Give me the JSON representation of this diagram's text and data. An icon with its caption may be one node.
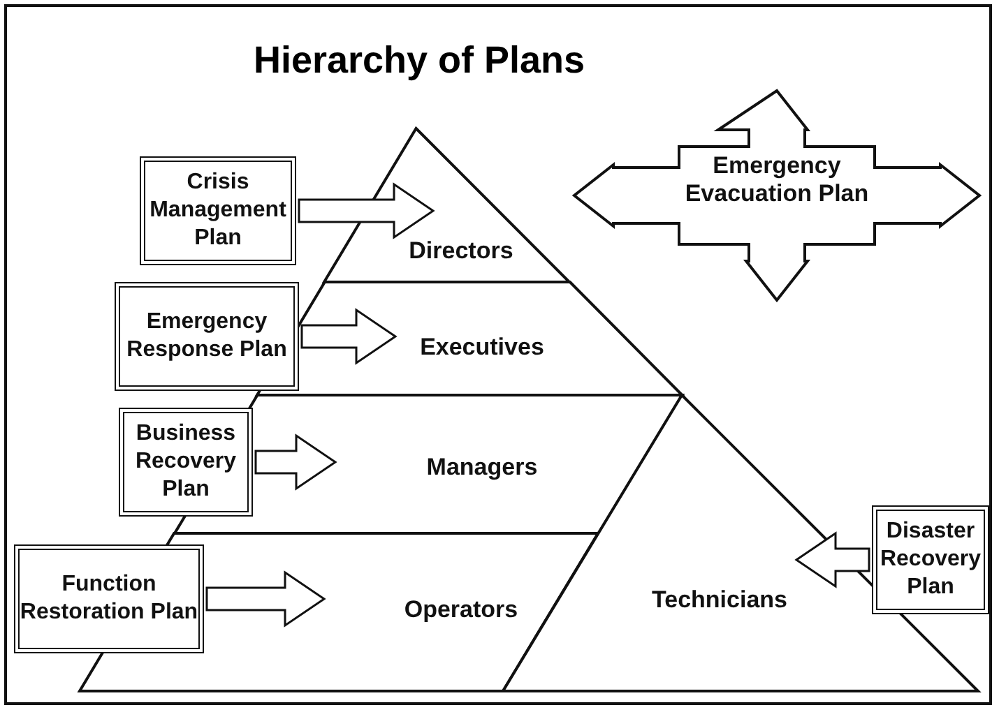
{
  "diagram": {
    "title": "Hierarchy of Plans",
    "nodes": [
      {
        "text": [
          "Crisis Management Plan"
        ]
      },
      {
        "text": [
          "Directors"
        ]
      },
      {
        "text": [
          "Emergency Response Plan"
        ]
      },
      {
        "text": [
          "Executives"
        ]
      },
      {
        "text": [
          "Business Recovery Plan"
        ]
      },
      {
        "text": [
          "Managers"
        ]
      },
      {
        "text": [
          "Function Restoration Plan"
        ]
      },
      {
        "text": [
          "Operators"
        ]
      },
      {
        "text": [
          "Technicians"
        ]
      },
      {
        "text": [
          "Disaster Recovery Plan"
        ]
      },
      {
        "text": [
          "Emergency Evacuation Plan"
        ]
      }
    ],
    "edges": [
      {
        "from": 0,
        "to": 1,
        "arrow": "to"
      },
      {
        "from": 2,
        "to": 3,
        "arrow": "to"
      },
      {
        "from": 4,
        "to": 5,
        "arrow": "to"
      },
      {
        "from": 6,
        "to": 7,
        "arrow": "to"
      },
      {
        "from": 9,
        "to": 8,
        "arrow": "to"
      }
    ]
  }
}
